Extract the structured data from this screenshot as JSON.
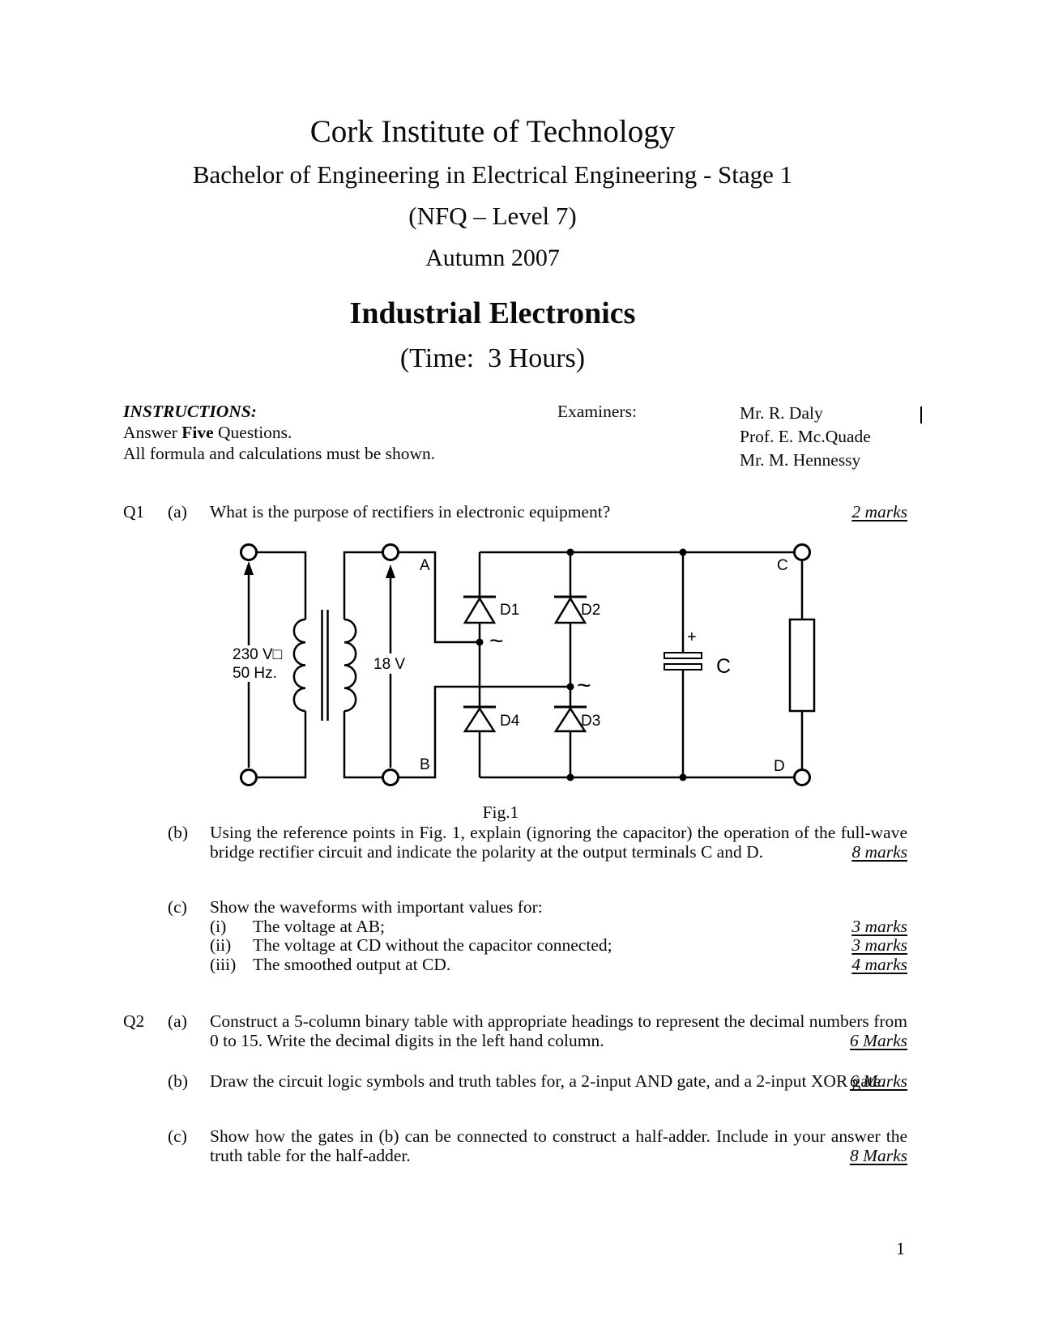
{
  "header": {
    "institution": "Cork Institute of Technology",
    "programme": "Bachelor of Engineering in Electrical Engineering - Stage 1",
    "nfq_level": "(NFQ – Level 7)",
    "session": "Autumn 2007",
    "subject": "Industrial Electronics",
    "time": "(Time:  3 Hours)"
  },
  "instructions": {
    "heading": "INSTRUCTIONS:",
    "answer_pre": "Answer ",
    "answer_bold": "Five",
    "answer_post": " Questions.",
    "formula_line": "All formula and calculations must be shown."
  },
  "examiners": {
    "label": "Examiners:",
    "names": [
      "Mr. R. Daly",
      "Prof. E. Mc.Quade",
      "Mr. M. Hennessy"
    ]
  },
  "q1": {
    "number": "Q1",
    "a": {
      "label": "(a)",
      "text": "What is the purpose of rectifiers in electronic equipment?",
      "marks": "2 marks"
    },
    "b": {
      "label": "(b)",
      "text": "Using the reference points in Fig. 1, explain (ignoring the capacitor) the operation of the full-wave bridge rectifier circuit and indicate the polarity at the output terminals C and D.",
      "marks": "8 marks"
    },
    "c": {
      "label": "(c)",
      "intro": "Show the waveforms with important values for:",
      "items": [
        {
          "label": "(i)",
          "text": "The voltage at AB;",
          "marks": "3 marks"
        },
        {
          "label": "(ii)",
          "text": "The voltage at CD without the capacitor connected;",
          "marks": "3 marks"
        },
        {
          "label": "(iii)",
          "text": "The smoothed output at CD.",
          "marks": "4 marks"
        }
      ]
    }
  },
  "q2": {
    "number": "Q2",
    "a": {
      "label": "(a)",
      "text": "Construct a 5-column binary table with appropriate headings to represent the decimal numbers from 0 to 15. Write the decimal digits in the left hand column.",
      "marks": "6 Marks"
    },
    "b": {
      "label": "(b)",
      "text": "Draw the circuit logic symbols and truth tables for, a 2-input AND gate, and a 2-input XOR gate.",
      "marks": "6 Marks"
    },
    "c": {
      "label": "(c)",
      "text": "Show how the gates in (b) can be connected to construct a half-adder. Include in your answer the truth table for the half-adder.",
      "marks": "8 Marks"
    }
  },
  "figure": {
    "caption": "Fig.1",
    "labels": {
      "primary_voltage": "230 V□",
      "primary_freq": "50 Hz.",
      "secondary_voltage": "18 V",
      "node_a": "A",
      "node_b": "B",
      "node_c": "C",
      "node_d": "D",
      "d1": "D1",
      "d2": "D2",
      "d3": "D3",
      "d4": "D4",
      "ac_left": "~",
      "ac_right": "~",
      "cap_plus": "+",
      "cap_label": "C"
    }
  },
  "page_number": "1"
}
